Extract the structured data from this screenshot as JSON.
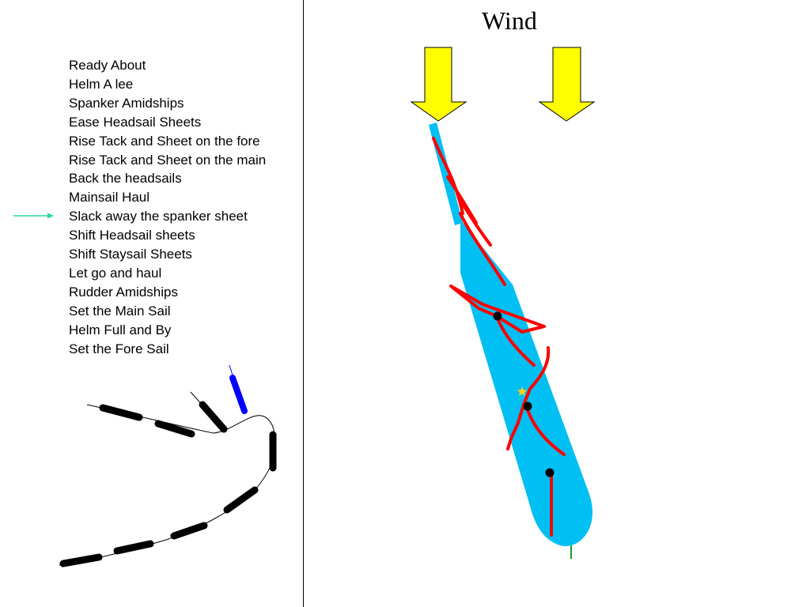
{
  "wind_label": "Wind",
  "colors": {
    "wind_arrow": "#ffff00",
    "ship_hull": "#00bff3",
    "sail": "#ff0000",
    "current_arrow": "#2bd4a6",
    "highlighted_ship": "#0000ff",
    "track_ship": "#000000"
  },
  "command_list": {
    "items": [
      "Ready About",
      "Helm A lee",
      "Spanker Amidships",
      "Ease Headsail Sheets",
      "Rise Tack and Sheet on the fore",
      "Rise Tack and Sheet on the main",
      "Back the headsails",
      "Mainsail Haul",
      "Slack away the spanker sheet",
      "Shift Headsail sheets",
      "Shift Staysail Sheets",
      "Let go and haul",
      "Rudder Amidships",
      "Set the Main Sail",
      "Helm Full and By",
      "Set the Fore Sail"
    ],
    "current_step": 9
  }
}
